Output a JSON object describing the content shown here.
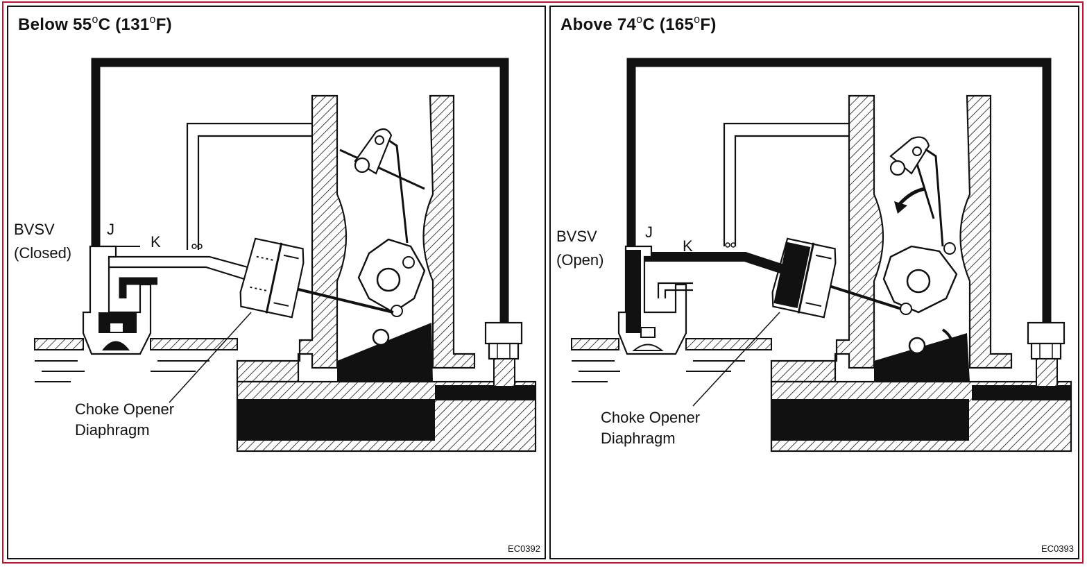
{
  "panels": [
    {
      "title_prefix": "Below 55",
      "title_mid": "C (131",
      "title_suffix": "F)",
      "degree": "o",
      "bvsv_label": "BVSV",
      "bvsv_state": "(Closed)",
      "j_label": "J",
      "k_label": "K",
      "diaphragm_label_1": "Choke Opener",
      "diaphragm_label_2": "Diaphragm",
      "code": "EC0392",
      "vacuum_applied": false
    },
    {
      "title_prefix": "Above 74",
      "title_mid": "C (165",
      "title_suffix": "F)",
      "degree": "o",
      "bvsv_label": "BVSV",
      "bvsv_state": "(Open)",
      "j_label": "J",
      "k_label": "K",
      "diaphragm_label_1": "Choke Opener",
      "diaphragm_label_2": "Diaphragm",
      "code": "EC0393",
      "vacuum_applied": true
    }
  ],
  "colors": {
    "ink": "#111111",
    "frame": "#c8102e",
    "paper": "#ffffff"
  }
}
